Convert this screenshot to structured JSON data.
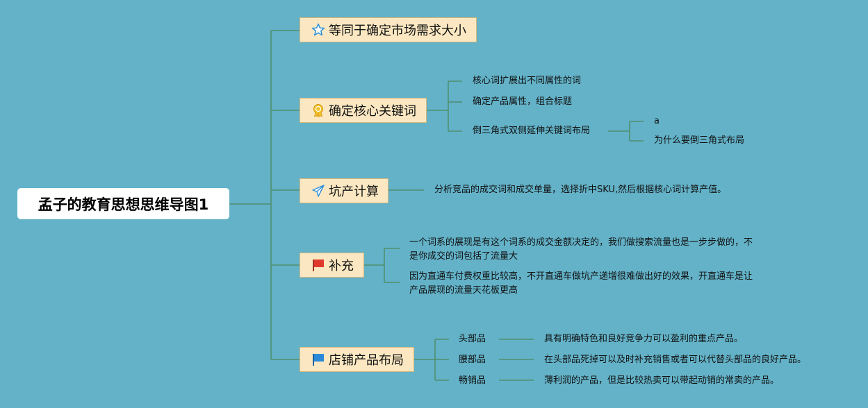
{
  "root": {
    "title": "孟子的教育思想思维导图1"
  },
  "branches": {
    "market": {
      "label": "等同于确定市场需求大小",
      "icon": "star-icon"
    },
    "keywords": {
      "label": "确定核心关键词",
      "icon": "medal-icon",
      "items": [
        "核心词扩展出不同属性的词",
        "确定产品属性，组合标题",
        "倒三角式双侧延伸关键词布局"
      ],
      "sub": [
        "a",
        "为什么要倒三角式布局"
      ]
    },
    "pit": {
      "label": "坑产计算",
      "icon": "paper-plane-icon",
      "items": [
        "分析竞品的成交词和成交单量，选择折中SKU,然后根据核心词计算产值。"
      ]
    },
    "supplement": {
      "label": "补充",
      "icon": "red-flag-icon",
      "items": [
        "一个词系的展现是有这个词系的成交金额决定的，我们做搜索流量也是一步步做的，不是你成交的词包括了流量大",
        "因为直通车付费权重比较高，不开直通车做坑产递增很难做出好的效果，开直通车是让产品展现的流量天花板更高"
      ]
    },
    "layout": {
      "label": "店铺产品布局",
      "icon": "blue-flag-icon",
      "items": [
        {
          "name": "头部品",
          "desc": "具有明确特色和良好竞争力可以盈利的重点产品。"
        },
        {
          "name": "腰部品",
          "desc": "在头部品死掉可以及时补充销售或者可以代替头部品的良好产品。"
        },
        {
          "name": "畅销品",
          "desc": "薄利润的产品，但是比较热卖可以带起动销的常卖的产品。"
        }
      ]
    }
  },
  "colors": {
    "background": "#63b2c8",
    "connector": "#4f8f6d",
    "topic_fill": "#fbe8c2",
    "topic_border": "#d8b77a"
  }
}
